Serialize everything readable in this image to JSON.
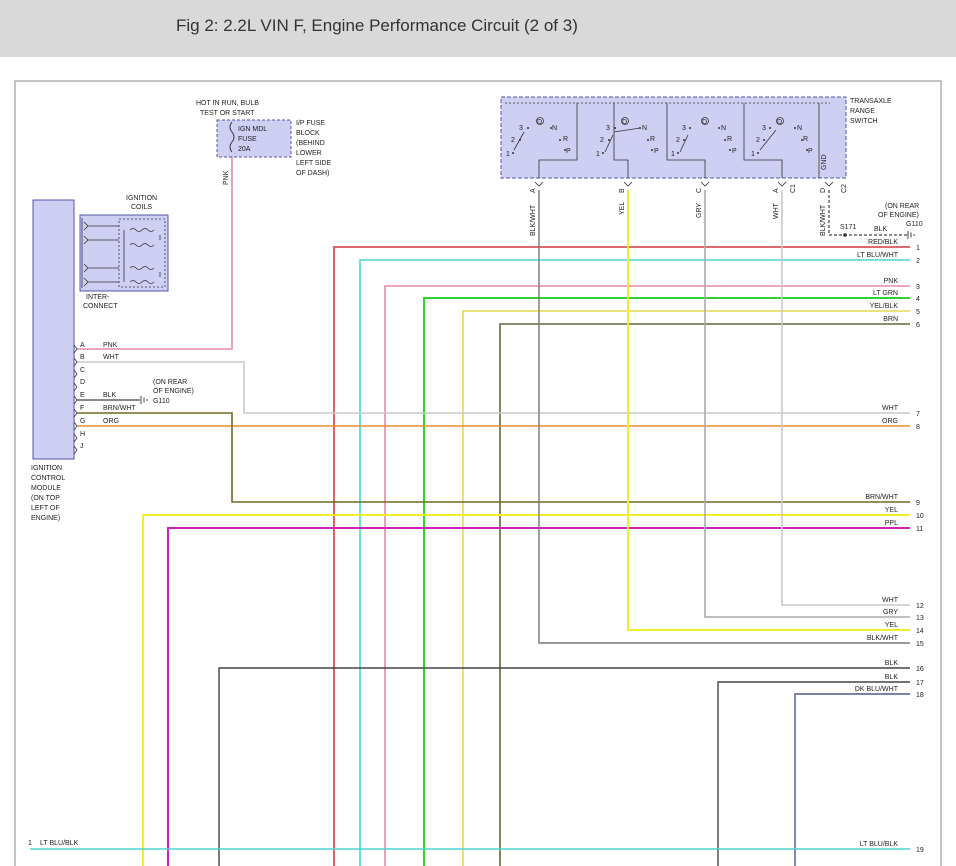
{
  "header": {
    "title": "Fig 2: 2.2L VIN F, Engine Performance Circuit (2 of 3)"
  },
  "fuse": {
    "hot_note": [
      "HOT IN RUN, BULB",
      "TEST OR START"
    ],
    "box": [
      "IGN MDL",
      "FUSE",
      "20A"
    ],
    "block_note": [
      "I/P FUSE",
      "BLOCK",
      "(BEHIND",
      "LOWER",
      "LEFT SIDE",
      "OF DASH)"
    ],
    "wire": "PNK"
  },
  "ignition_coils": {
    "label": [
      "IGNITION",
      "COILS"
    ],
    "interconnect": [
      "INTER-",
      "CONNECT"
    ]
  },
  "icm": {
    "label": [
      "IGNITION",
      "CONTROL",
      "MODULE",
      "(ON TOP",
      "LEFT OF",
      "ENGINE)"
    ],
    "pins": [
      {
        "pin": "A",
        "color": "PNK"
      },
      {
        "pin": "B",
        "color": "WHT"
      },
      {
        "pin": "C",
        "color": ""
      },
      {
        "pin": "D",
        "color": ""
      },
      {
        "pin": "E",
        "color": "BLK"
      },
      {
        "pin": "F",
        "color": "BRN/WHT"
      },
      {
        "pin": "G",
        "color": "ORG"
      },
      {
        "pin": "H",
        "color": ""
      },
      {
        "pin": "J",
        "color": ""
      }
    ],
    "ground_note": [
      "(ON REAR",
      "OF ENGINE)"
    ],
    "ground_id": "G110"
  },
  "transaxle": {
    "label": [
      "TRANSAXLE",
      "RANGE",
      "SWITCH"
    ],
    "switch_positions": [
      "1",
      "2",
      "3",
      "D",
      "N",
      "R",
      "P"
    ],
    "pins": [
      {
        "pin": "A",
        "color": "BLK/WHT"
      },
      {
        "pin": "B",
        "color": "YEL"
      },
      {
        "pin": "C",
        "color": "GRY"
      },
      {
        "pin": "A",
        "color": "WHT"
      },
      {
        "pin": "D",
        "color": "BLK/WHT"
      }
    ],
    "gnd": "GND",
    "c1": "C1",
    "c2": "C2",
    "ground_note": [
      "(ON REAR",
      "OF ENGINE)"
    ],
    "ground_id": "G110",
    "splice": "S171",
    "ground_wire": "BLK"
  },
  "connector_rows": [
    {
      "num": "1",
      "color": "RED/BLK"
    },
    {
      "num": "2",
      "color": "LT BLU/WHT"
    },
    {
      "num": "3",
      "color": "PNK"
    },
    {
      "num": "4",
      "color": "LT GRN"
    },
    {
      "num": "5",
      "color": "YEL/BLK"
    },
    {
      "num": "6",
      "color": "BRN"
    },
    {
      "num": "7",
      "color": "WHT"
    },
    {
      "num": "8",
      "color": "ORG"
    },
    {
      "num": "9",
      "color": "BRN/WHT"
    },
    {
      "num": "10",
      "color": "YEL"
    },
    {
      "num": "11",
      "color": "PPL"
    },
    {
      "num": "12",
      "color": "WHT"
    },
    {
      "num": "13",
      "color": "GRY"
    },
    {
      "num": "14",
      "color": "YEL"
    },
    {
      "num": "15",
      "color": "BLK/WHT"
    },
    {
      "num": "16",
      "color": "BLK"
    },
    {
      "num": "17",
      "color": "BLK"
    },
    {
      "num": "18",
      "color": "DK BLU/WHT"
    },
    {
      "num": "19",
      "color": "LT BLU/BLK"
    }
  ],
  "bottom_left": {
    "num": "1",
    "color": "LT BLU/BLK"
  },
  "wire_colors": {
    "red": "#d43a3a",
    "cyan": "#4fd3d3",
    "pink": "#e58aa0",
    "green": "#32d032",
    "yellow": "#f3ee2a",
    "brown": "#66663a",
    "olive": "#6e6a22",
    "white": "#c9c9c9",
    "orange": "#e8902e",
    "magenta": "#cc22bb",
    "gray": "#aaaaaa",
    "black": "#444444",
    "dkblue": "#4b5a8a",
    "component": "#cfcff4"
  }
}
